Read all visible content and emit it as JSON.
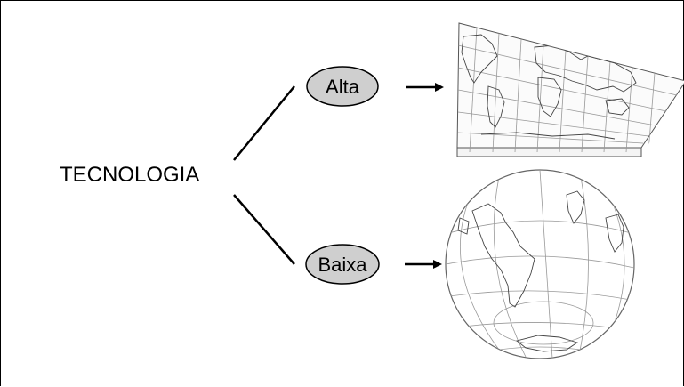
{
  "diagram": {
    "root": {
      "label": "TECNOLOGIA"
    },
    "branches": [
      {
        "label": "Alta",
        "target": "flat-map-projection"
      },
      {
        "label": "Baixa",
        "target": "globe-projection"
      }
    ]
  },
  "colors": {
    "node_fill": "#cfcfcf",
    "stroke": "#000000",
    "map_lines": "#555555",
    "map_grid": "#888888"
  }
}
